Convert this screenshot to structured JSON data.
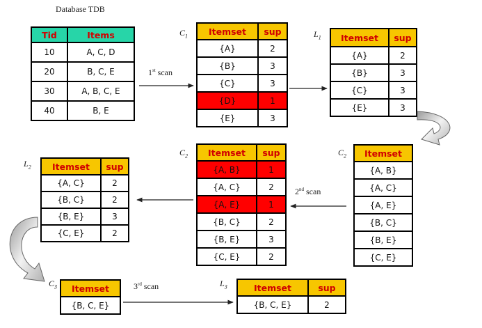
{
  "tdb": {
    "title": "Database TDB",
    "headers": [
      "Tid",
      "Items"
    ],
    "rows": [
      [
        "10",
        "A, C, D"
      ],
      [
        "20",
        "B, C, E"
      ],
      [
        "30",
        "A, B, C, E"
      ],
      [
        "40",
        "B, E"
      ]
    ]
  },
  "c1": {
    "label_main": "C",
    "label_sub": "1",
    "headers": [
      "Itemset",
      "sup"
    ],
    "rows": [
      [
        "{A}",
        "2",
        false
      ],
      [
        "{B}",
        "3",
        false
      ],
      [
        "{C}",
        "3",
        false
      ],
      [
        "{D}",
        "1",
        true
      ],
      [
        "{E}",
        "3",
        false
      ]
    ]
  },
  "l1": {
    "label_main": "L",
    "label_sub": "1",
    "headers": [
      "Itemset",
      "sup"
    ],
    "rows": [
      [
        "{A}",
        "2"
      ],
      [
        "{B}",
        "3"
      ],
      [
        "{C}",
        "3"
      ],
      [
        "{E}",
        "3"
      ]
    ]
  },
  "c2_candidates": {
    "label_main": "C",
    "label_sub": "2",
    "headers": [
      "Itemset"
    ],
    "rows": [
      [
        "{A, B}"
      ],
      [
        "{A, C}"
      ],
      [
        "{A, E}"
      ],
      [
        "{B, C}"
      ],
      [
        "{B, E}"
      ],
      [
        "{C, E}"
      ]
    ]
  },
  "c2_counted": {
    "label_main": "C",
    "label_sub": "2",
    "headers": [
      "Itemset",
      "sup"
    ],
    "rows": [
      [
        "{A, B}",
        "1",
        true
      ],
      [
        "{A, C}",
        "2",
        false
      ],
      [
        "{A, E}",
        "1",
        true
      ],
      [
        "{B, C}",
        "2",
        false
      ],
      [
        "{B, E}",
        "3",
        false
      ],
      [
        "{C, E}",
        "2",
        false
      ]
    ]
  },
  "l2": {
    "label_main": "L",
    "label_sub": "2",
    "headers": [
      "Itemset",
      "sup"
    ],
    "rows": [
      [
        "{A, C}",
        "2"
      ],
      [
        "{B, C}",
        "2"
      ],
      [
        "{B, E}",
        "3"
      ],
      [
        "{C, E}",
        "2"
      ]
    ]
  },
  "c3": {
    "label_main": "C",
    "label_sub": "3",
    "headers": [
      "Itemset"
    ],
    "rows": [
      [
        "{B, C, E}"
      ]
    ]
  },
  "l3": {
    "label_main": "L",
    "label_sub": "3",
    "headers": [
      "Itemset",
      "sup"
    ],
    "rows": [
      [
        "{B, C, E}",
        "2"
      ]
    ]
  },
  "scans": {
    "first": {
      "num": "1",
      "suffix": "st",
      "word": " scan"
    },
    "second": {
      "num": "2",
      "suffix": "nd",
      "word": " scan"
    },
    "third": {
      "num": "3",
      "suffix": "rd",
      "word": " scan"
    }
  },
  "colors": {
    "tdb_header": "#27d5a8",
    "itemset_header": "#f7c600",
    "header_text": "#d00000",
    "pruned_row": "#ff0000"
  }
}
